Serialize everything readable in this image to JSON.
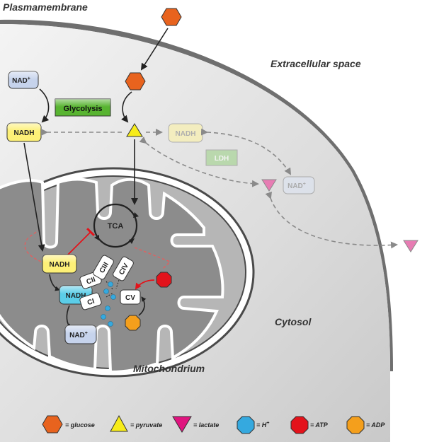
{
  "labels": {
    "plasmamembrane": "Plasmamembrane",
    "extracellular": "Extracellular space",
    "cytosol": "Cytosol",
    "mitochondrium": "Mitochondrium"
  },
  "boxes": {
    "nad_top": "NAD",
    "nad_top_sup": "+",
    "glycolysis": "Glycolysis",
    "nadh_left": "NADH",
    "nadh_faded": "NADH",
    "ldh": "LDH",
    "nad_faded": "NAD",
    "nad_faded_sup": "+",
    "tca": "TCA",
    "nadh_mito": "NADH",
    "nadh_cyan": "NADH",
    "nad_bottom": "NAD",
    "nad_bottom_sup": "+",
    "cii": "CII",
    "ciii": "CIII",
    "civ": "CIV",
    "ci": "CI",
    "cv": "CV"
  },
  "legend": {
    "glucose": "= glucose",
    "pyruvate": "= pyruvate",
    "lactate": "= lactate",
    "h": "= H",
    "h_sup": "+",
    "atp": "= ATP",
    "adp": "= ADP"
  },
  "colors": {
    "glucose": "#e8631e",
    "pyruvate": "#f7ec1a",
    "lactate": "#e0147f",
    "h": "#35a9df",
    "atp": "#e3131b",
    "adp": "#f49f1c",
    "nadh": "#fdf077",
    "nad": "#c6d3ec",
    "glycolysis": "#58b431",
    "cell_gray": "#d6d6d6",
    "membrane": "#6f6f6f"
  }
}
